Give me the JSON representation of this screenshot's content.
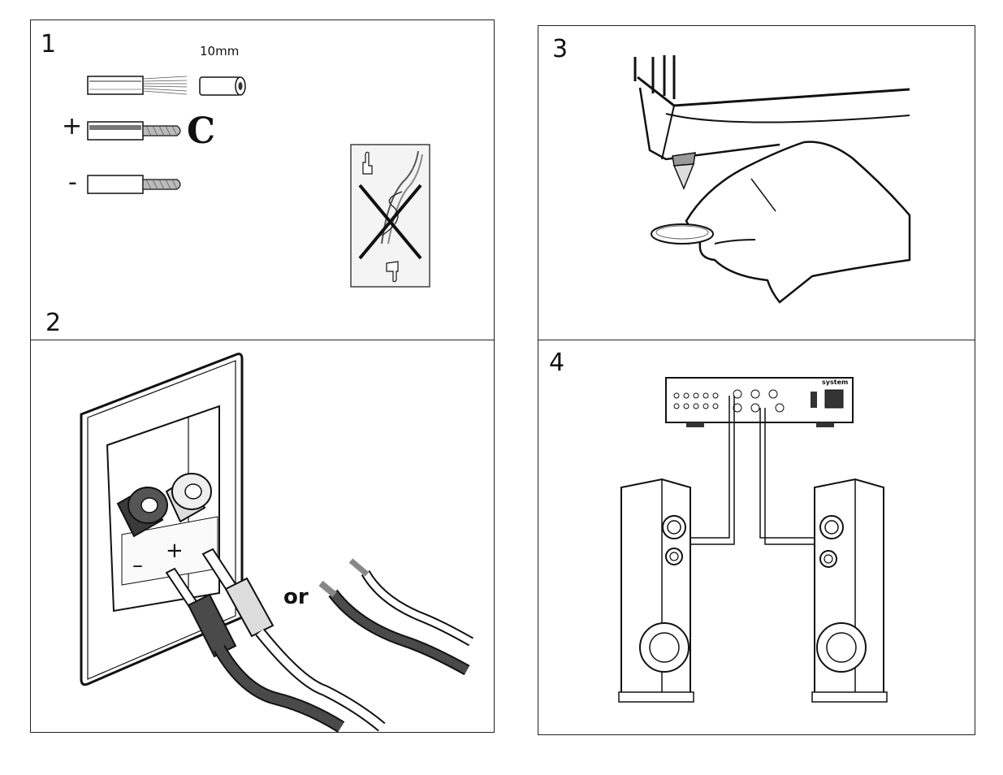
{
  "steps": [
    {
      "number": "1"
    },
    {
      "number": "2"
    },
    {
      "number": "3"
    },
    {
      "number": "4"
    }
  ],
  "step1": {
    "strip_length": "10mm",
    "plus_sign": "+",
    "minus_sign": "-",
    "twist_symbol": "C"
  },
  "step2": {
    "terminal_minus": "–",
    "terminal_plus": "+",
    "or_text": "or"
  },
  "step4": {
    "amp_brand": "system"
  },
  "colors": {
    "line": "#111111",
    "dark_cable": "#4a4a4a",
    "light_fill": "#eeeeee",
    "grey": "#9a9a9a"
  }
}
